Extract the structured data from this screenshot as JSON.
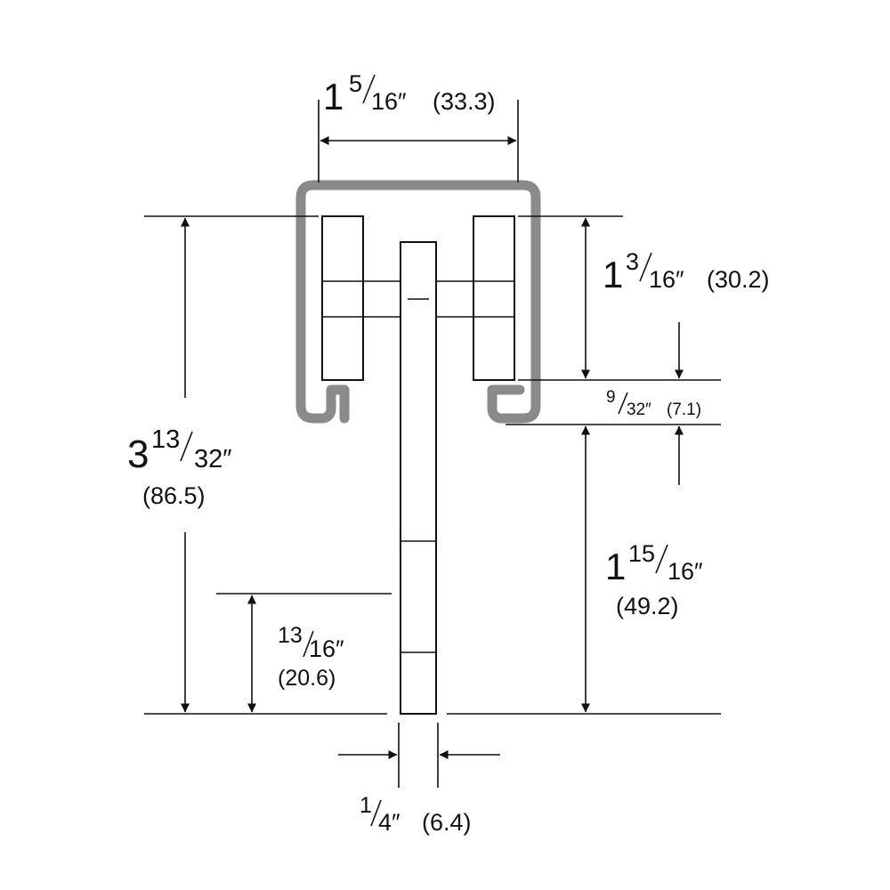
{
  "colors": {
    "track": "#8a8a8a",
    "line": "#111111",
    "background": "#ffffff"
  },
  "dimensions": {
    "track_width": {
      "whole": "1",
      "num": "5",
      "den": "16″",
      "metric": "(33.3)"
    },
    "roller_height": {
      "whole": "1",
      "num": "3",
      "den": "16″",
      "metric": "(30.2)"
    },
    "clearance": {
      "num": "9",
      "den": "32″",
      "metric": "(7.1)"
    },
    "overall_height": {
      "whole": "3",
      "num": "13",
      "den": "32″",
      "metric": "(86.5)"
    },
    "drop_below_track": {
      "whole": "1",
      "num": "15",
      "den": "16″",
      "metric": "(49.2)"
    },
    "bottom_segment": {
      "num": "13",
      "den": "16″",
      "metric": "(20.6)"
    },
    "stem_width": {
      "num": "1",
      "den": "4″",
      "metric": "(6.4)"
    }
  }
}
